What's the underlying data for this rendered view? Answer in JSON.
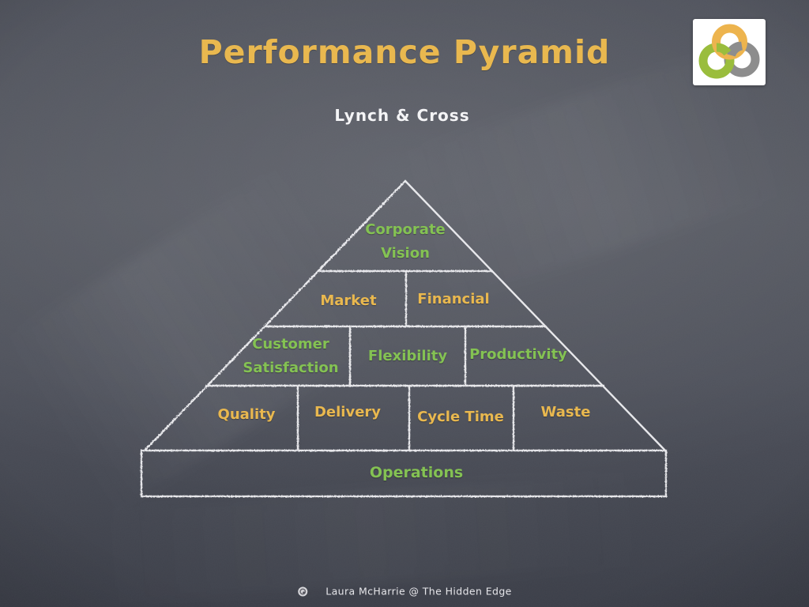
{
  "slide": {
    "title": "Performance Pyramid",
    "subtitle": "Lynch & Cross",
    "footer_credit": "Laura McHarrie @ The Hidden Edge"
  },
  "colors": {
    "board_base": "#51545E",
    "board_edge": "#3A3D47",
    "title_color": "#E9B84F",
    "subtitle_color": "#F4F4F6",
    "orange_label": "#E9B84F",
    "green_label": "#84C253",
    "chalk_line": "#F0F0F3",
    "footer_color": "#E6E6EA",
    "logo_bg": "#FFFFFF",
    "logo_orange": "#EDB44E",
    "logo_green": "#9ABD3D",
    "logo_gray": "#8D8D8D"
  },
  "icons": {
    "logo": "hidden-edge-knot-logo",
    "footer_icon": "mini-knot-icon"
  },
  "pyramid": {
    "corporate_vision": "Corporate Vision",
    "market": "Market",
    "financial": "Financial",
    "customer_satisfaction": "Customer Satisfaction",
    "flexibility": "Flexibility",
    "productivity": "Productivity",
    "quality": "Quality",
    "delivery": "Delivery",
    "cycle_time": "Cycle Time",
    "waste": "Waste",
    "operations": "Operations"
  }
}
